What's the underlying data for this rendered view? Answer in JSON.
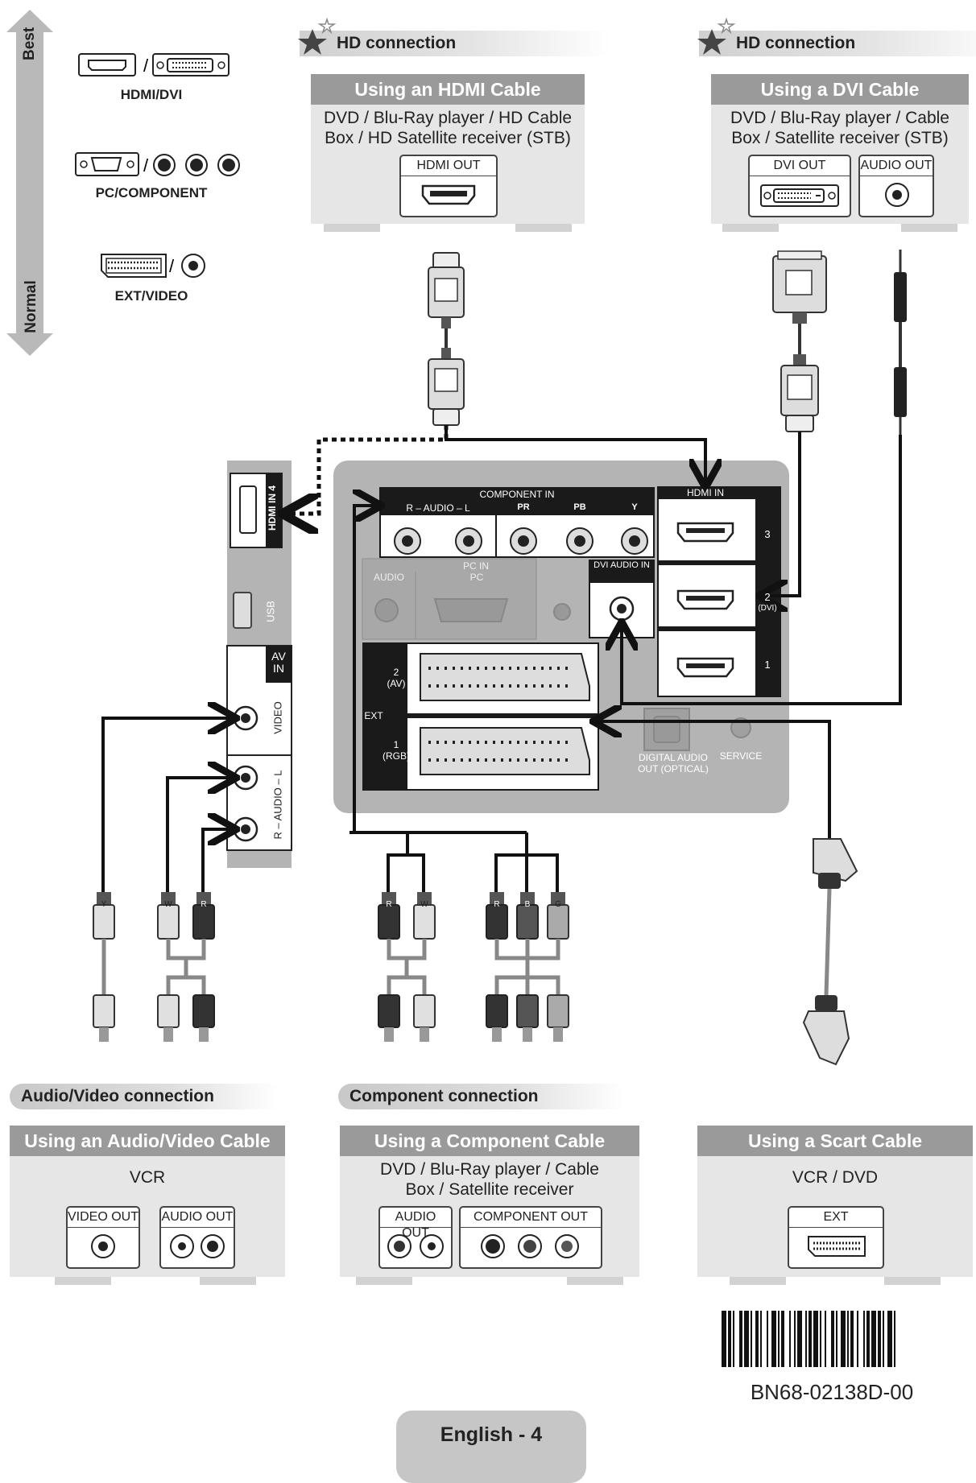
{
  "scale": {
    "best": "Best",
    "normal": "Normal"
  },
  "legend": {
    "hdmi_dvi": "HDMI/DVI",
    "pc_component": "PC/COMPONENT",
    "ext_video": "EXT/VIDEO"
  },
  "hd_ribbons": {
    "left": "HD connection",
    "right": "HD connection"
  },
  "hdmi_box": {
    "title": "Using an HDMI Cable",
    "desc": "DVD / Blu-Ray player / HD Cable Box / HD Satellite receiver (STB)",
    "port": "HDMI OUT"
  },
  "dvi_box": {
    "title": "Using a DVI Cable",
    "desc": "DVD / Blu-Ray player / Cable Box / Satellite receiver (STB)",
    "port_dvi": "DVI OUT",
    "port_audio": "AUDIO OUT"
  },
  "side_panel": {
    "hdmi4": "HDMI IN 4",
    "usb": "USB",
    "av_in": "AV IN",
    "video": "VIDEO",
    "audio": "R – AUDIO – L"
  },
  "rear_panel": {
    "component_in": "COMPONENT IN",
    "audio_lr": "R – AUDIO – L",
    "pr": "PR",
    "pb": "PB",
    "y": "Y",
    "pc_in": "PC IN",
    "audio": "AUDIO",
    "pc": "PC",
    "dvi_audio_in": "DVI AUDIO IN",
    "hdmi_in": "HDMI IN",
    "hdmi3": "3",
    "hdmi2": "2",
    "hdmi2_dvi": "(DVI)",
    "hdmi1": "1",
    "ext": "EXT",
    "ext2": "2",
    "ext2_av": "(AV)",
    "ext1": "1",
    "ext1_rgb": "(RGB)",
    "digital_audio_out": "DIGITAL AUDIO OUT (OPTICAL)",
    "service": "SERVICE"
  },
  "plugs": {
    "y": "Y",
    "w": "W",
    "r": "R",
    "b": "B",
    "g": "G"
  },
  "section_ribbons": {
    "av": "Audio/Video connection",
    "component": "Component connection"
  },
  "av_box": {
    "title": "Using an Audio/Video Cable",
    "desc": "VCR",
    "port_video": "VIDEO OUT",
    "port_audio": "AUDIO OUT"
  },
  "component_box": {
    "title": "Using a Component Cable",
    "desc": "DVD / Blu-Ray player / Cable Box / Satellite receiver",
    "port_audio": "AUDIO OUT",
    "port_component": "COMPONENT OUT"
  },
  "scart_box": {
    "title": "Using a Scart Cable",
    "desc": "VCR / DVD",
    "port": "EXT"
  },
  "barcode": "BN68-02138D-00",
  "footer": "English - 4",
  "colors": {
    "box_bg": "#e6e6e6",
    "title_bg": "#9a9a9a",
    "panel": "#b4b4b4",
    "dark": "#1a1a1a"
  }
}
